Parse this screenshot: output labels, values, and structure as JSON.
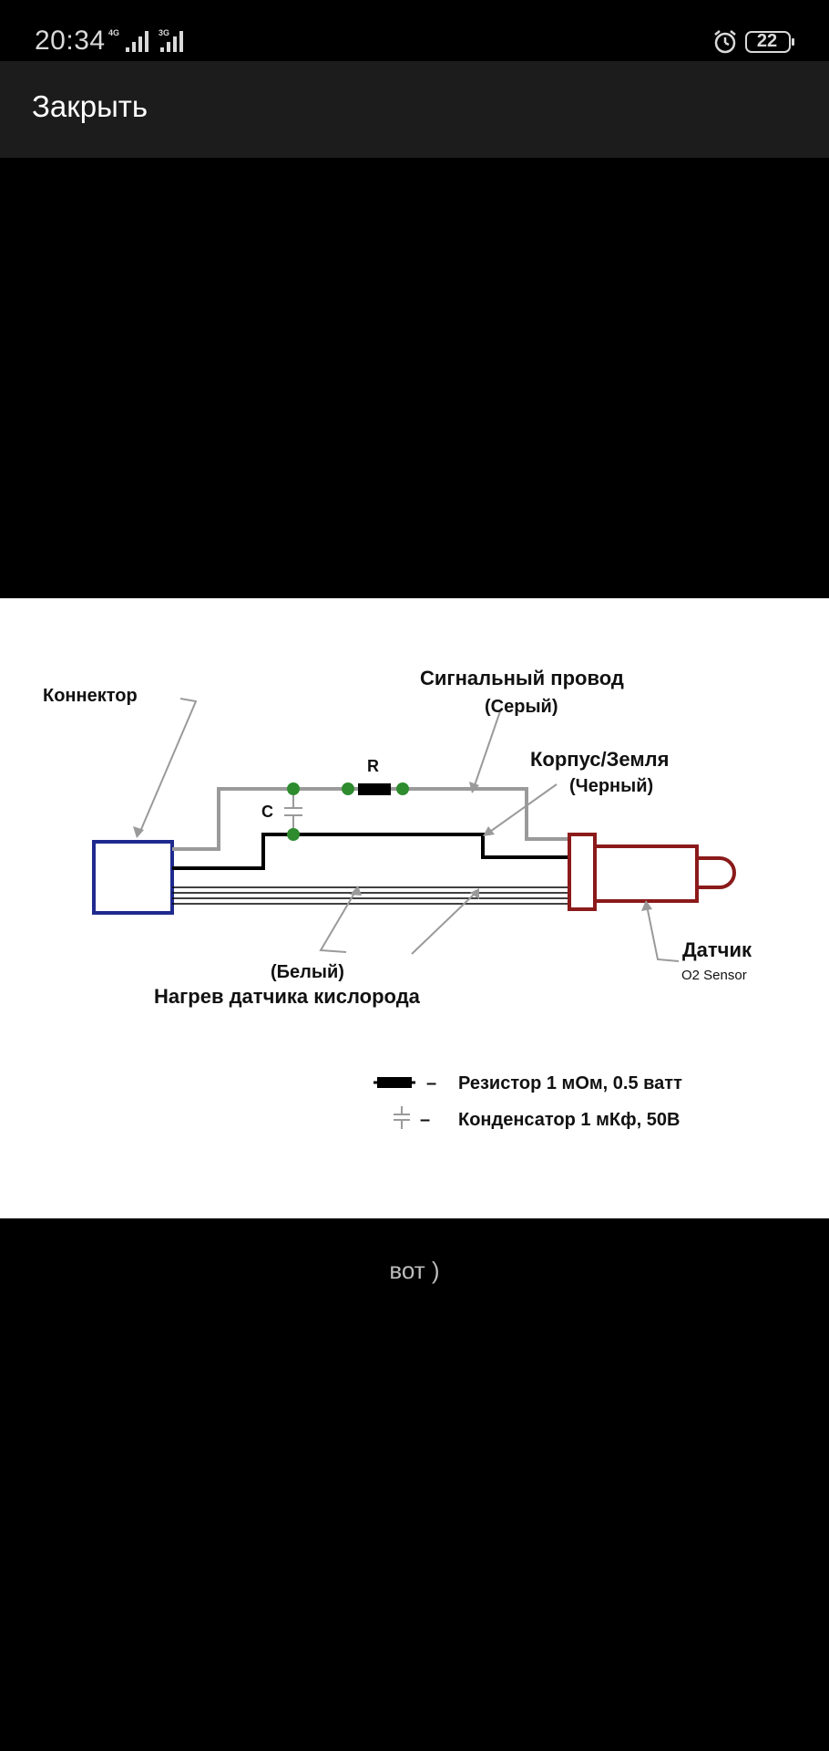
{
  "status_bar": {
    "time": "20:34",
    "network_1": "4G",
    "network_1_prefix": "4G",
    "network_2": "3G",
    "battery": "22"
  },
  "top_bar": {
    "close_label": "Закрыть"
  },
  "diagram": {
    "label_connector": "Коннектор",
    "label_signal_wire": "Сигнальный провод",
    "label_signal_color": "(Серый)",
    "label_resistor": "R",
    "label_capacitor": "C",
    "label_ground": "Корпус/Земля",
    "label_ground_color": "(Черный)",
    "label_heater_color": "(Белый)",
    "label_heater": "Нагрев датчика кислорода",
    "label_sensor": "Датчик",
    "label_sensor_sub": "O2 Sensor",
    "legend_resistor": "Резистор 1 мОм, 0.5 ватт",
    "legend_capacitor": "Конденсатор 1 мКф, 50В",
    "legend_dash": "–",
    "colors": {
      "connector": "#1f2a8f",
      "sensor": "#8b1a1a",
      "signal_wire": "#9a9a9a",
      "node": "#2e8b2e"
    }
  },
  "caption": "вот )"
}
